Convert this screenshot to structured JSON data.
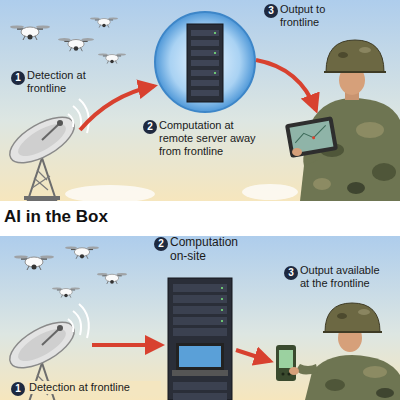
{
  "diagram": {
    "title": "AI in the Box",
    "labels": [
      "1",
      "Detection at frontline",
      "2",
      "Computation at remote server away from frontline",
      "3",
      "Output to frontline",
      "2",
      "Computation on-site",
      "3",
      "Output available at the frontline",
      "1",
      "Detection at frontline"
    ]
  }
}
